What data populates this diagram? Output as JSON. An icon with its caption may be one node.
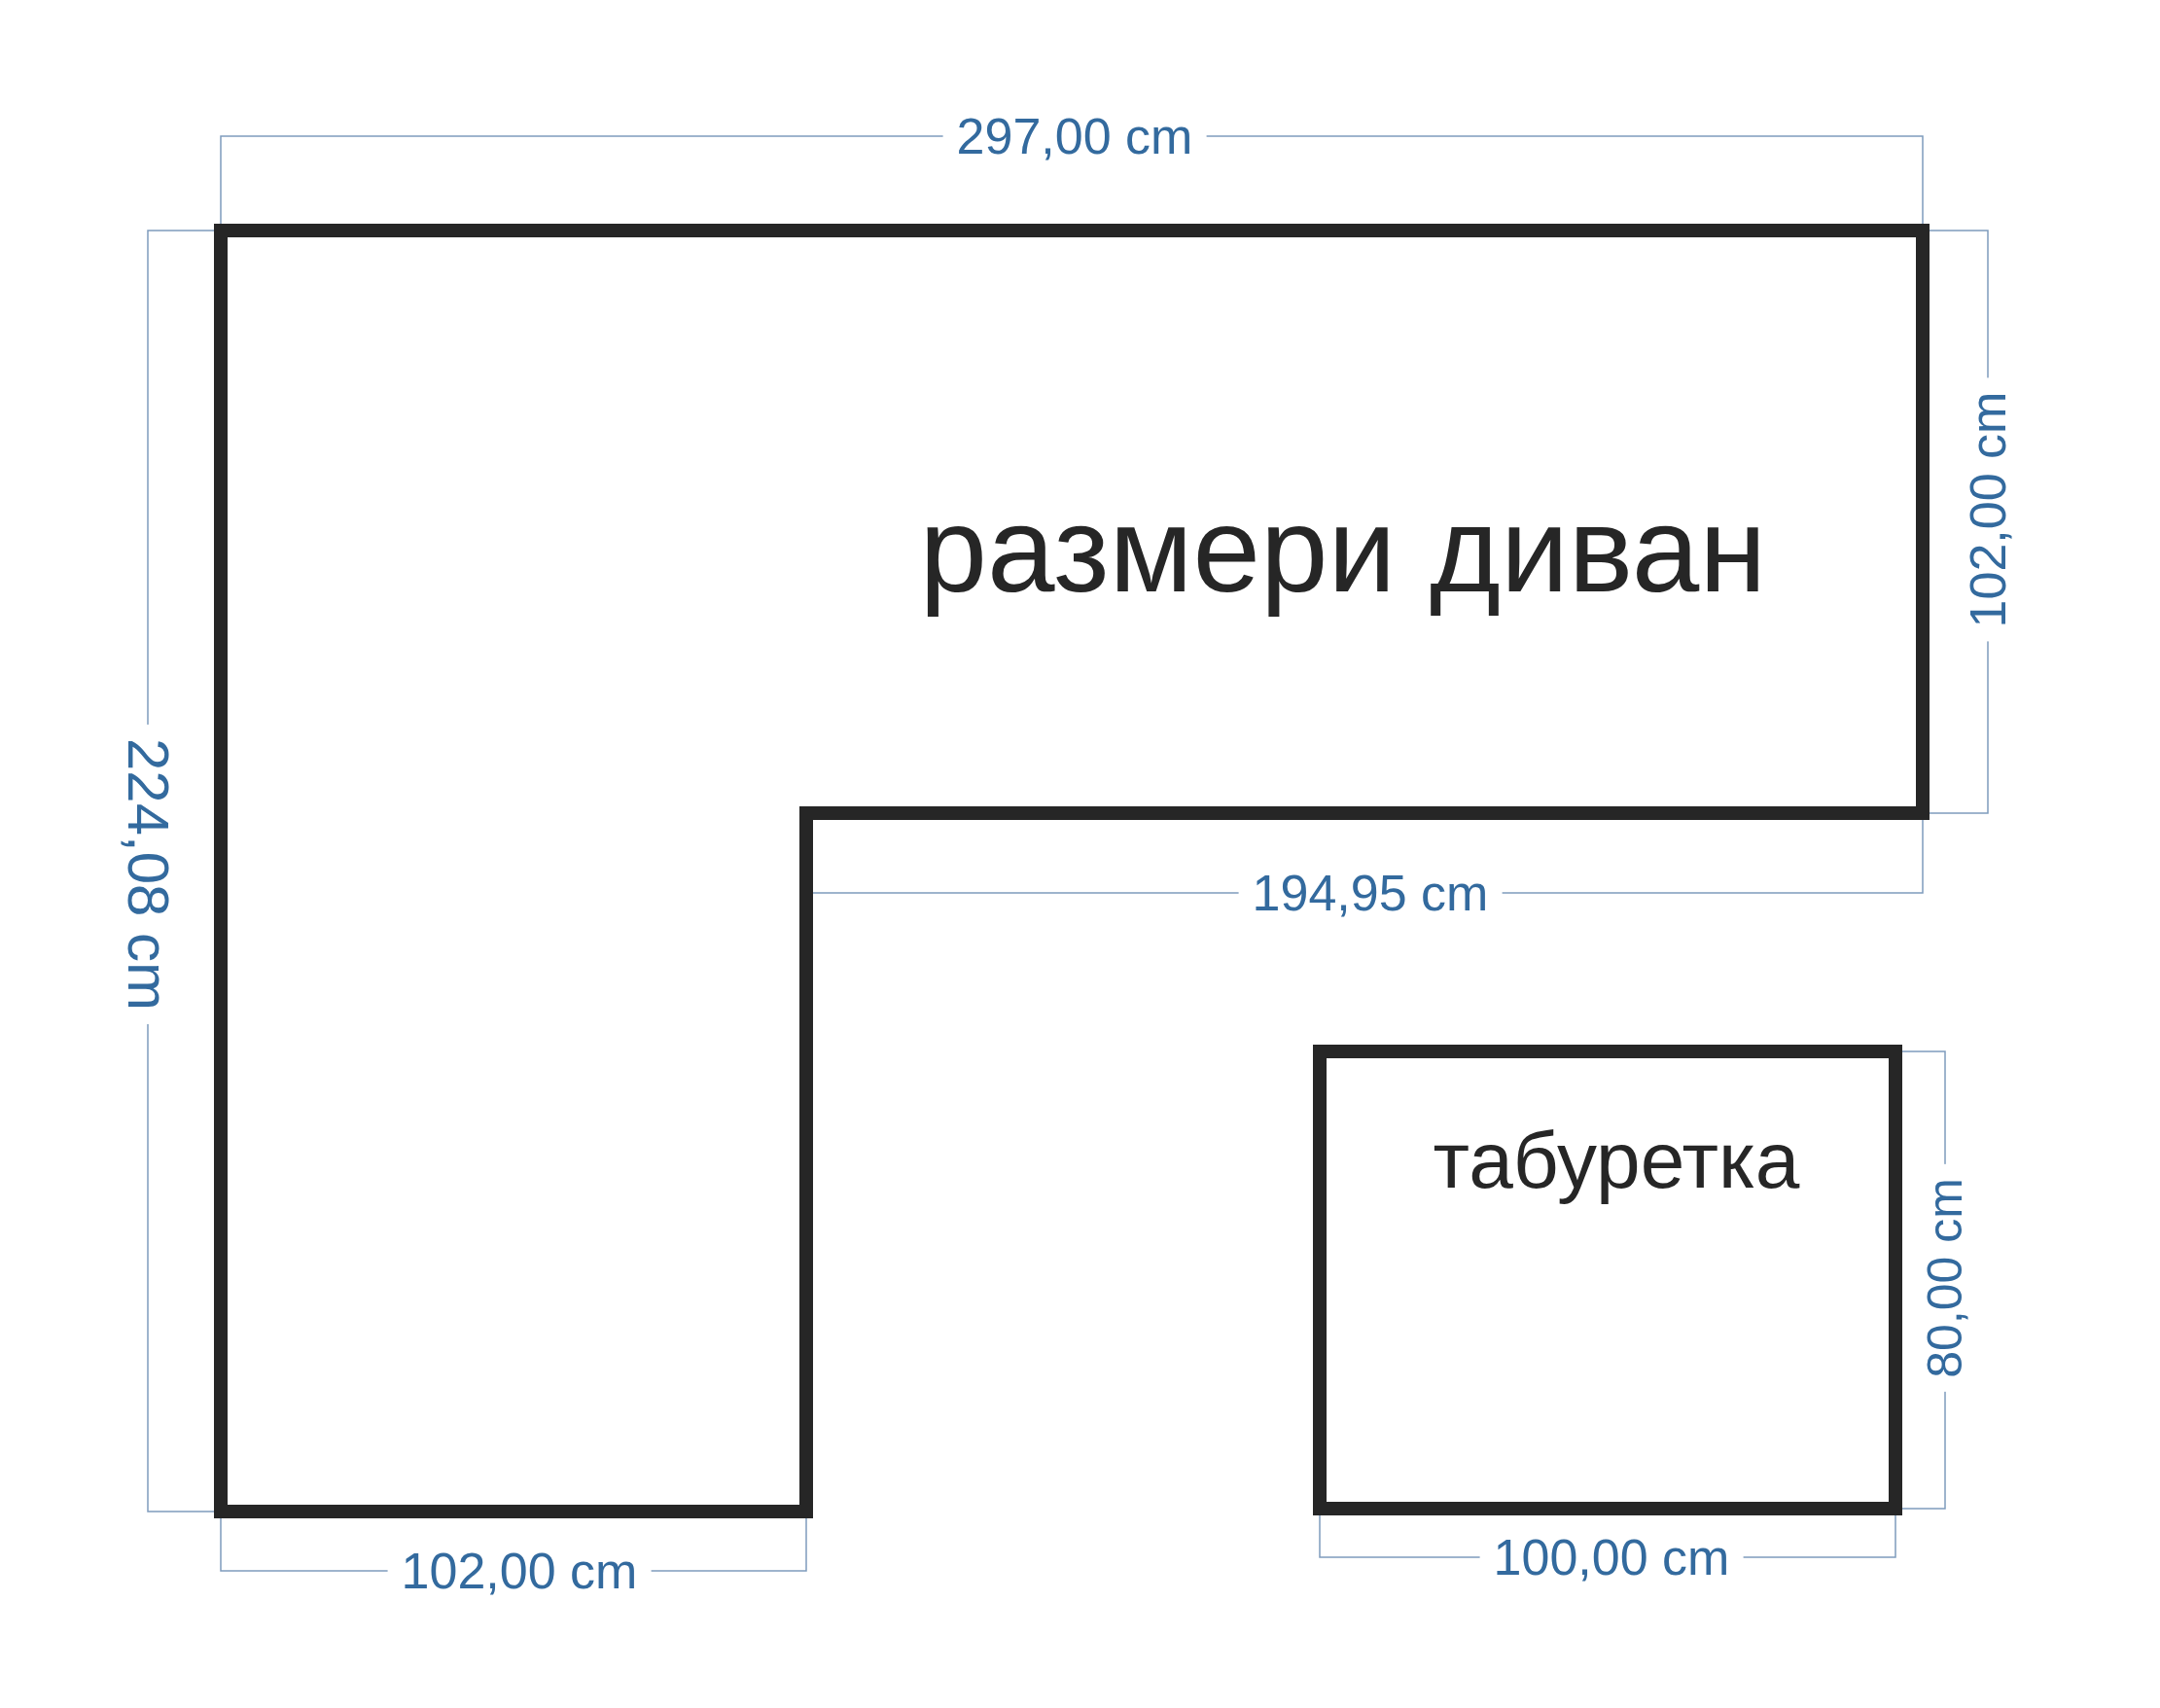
{
  "diagram": {
    "nodes": [
      {
        "text": [
          "размери диван"
        ]
      },
      {
        "text": [
          "табуретка"
        ]
      }
    ],
    "edges": [],
    "labels": [
      "297,00 cm",
      "102,00 cm",
      "224,08 cm",
      "194,95 cm",
      "80,00 cm",
      "100,00 cm",
      "102,00 cm"
    ]
  }
}
